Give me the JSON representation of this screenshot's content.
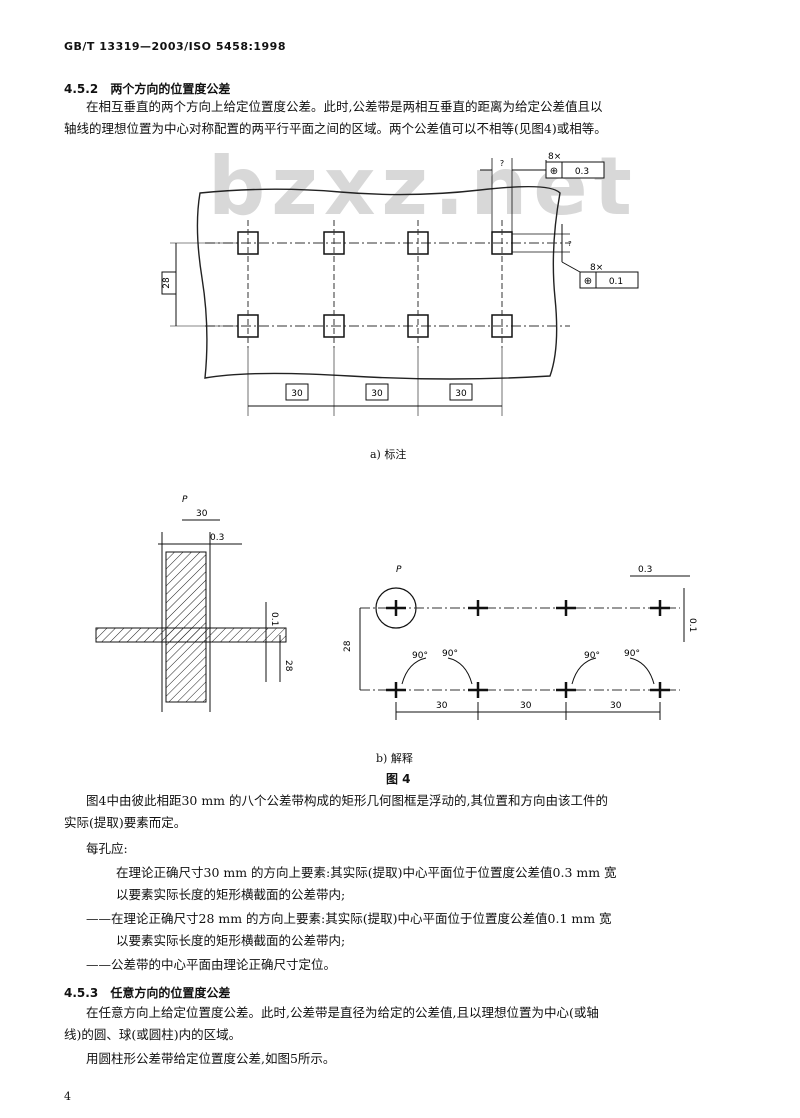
{
  "header": "GB/T 13319—2003/ISO 5458:1998",
  "watermark": "bzxz.net",
  "section_452": {
    "number": "4.5.2",
    "title": "两个方向的位置度公差",
    "line1": "在相互垂直的两个方向上给定位置度公差。此时,公差带是两相互垂直的距离为给定公差值且以",
    "line2": "轴线的理想位置为中心对称配置的两平行平面之间的区域。两个公差值可以不相等(见图4)或相等。"
  },
  "fig_a": {
    "caption": "a) 标注",
    "frame1": {
      "count": "8×",
      "symbol": "⊕",
      "value": "0.3"
    },
    "frame2": {
      "count": "8×",
      "symbol": "⊕",
      "value": "0.1"
    },
    "dim_28": "28",
    "dim_30a": "30",
    "dim_30b": "30",
    "dim_30c": "30"
  },
  "fig_b": {
    "caption": "b) 解释",
    "label_p": "P",
    "label_p2": "P",
    "dim_30": "30",
    "dim_03": "0.3",
    "dim_01": "0.1",
    "dim_28": "28",
    "dim_03b": "0.3",
    "dim_01b": "0.1",
    "dim_28b": "28",
    "angle": "90°",
    "bottom_30a": "30",
    "bottom_30b": "30",
    "bottom_30c": "30"
  },
  "figure_title": "图 4",
  "explain": {
    "line1": "图4中由彼此相距30 mm 的八个公差带构成的矩形几何图框是浮动的,其位置和方向由该工件的",
    "line2": "实际(提取)要素而定。",
    "each_hole": "每孔应:",
    "item1a": "在理论正确尺寸30 mm 的方向上要素:其实际(提取)中心平面位于位置度公差值0.3 mm 宽",
    "item1b": "以要素实际长度的矩形横截面的公差带内;",
    "item2a": "——在理论正确尺寸28 mm 的方向上要素:其实际(提取)中心平面位于位置度公差值0.1 mm 宽",
    "item2b": "以要素实际长度的矩形横截面的公差带内;",
    "item3": "——公差带的中心平面由理论正确尺寸定位。"
  },
  "section_453": {
    "number": "4.5.3",
    "title": "任意方向的位置度公差",
    "line1": "在任意方向上给定位置度公差。此时,公差带是直径为给定的公差值,且以理想位置为中心(或轴",
    "line2": "线)的圆、球(或圆柱)内的区域。",
    "line3": "用圆柱形公差带给定位置度公差,如图5所示。"
  },
  "page_number": "4"
}
